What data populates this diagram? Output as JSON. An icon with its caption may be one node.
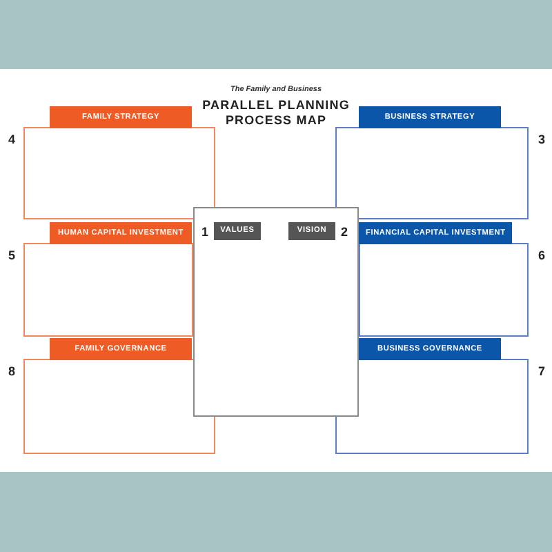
{
  "diagram": {
    "title": "PARALLEL PLANNING PROCESS MAP",
    "nodes": [
      {
        "text": [
          "FAMILY STRATEGY"
        ],
        "beside": [
          "4"
        ]
      },
      {
        "text": [
          "BUSINESS STRATEGY"
        ],
        "beside": [
          "3"
        ]
      },
      {
        "text": [
          "HUMAN CAPITAL INVESTMENT"
        ],
        "beside": [
          "5"
        ]
      },
      {
        "text": [],
        "shape": "box"
      },
      {
        "text": [
          "VALUES"
        ],
        "beside": [
          "1"
        ],
        "in": 3
      },
      {
        "text": [
          "VISION"
        ],
        "beside": [
          "2"
        ],
        "in": 3
      },
      {
        "text": [
          "FINANCIAL CAPITAL INVESTMENT"
        ],
        "beside": [
          "6"
        ]
      },
      {
        "text": [
          "FAMILY GOVERNANCE"
        ],
        "beside": [
          "8"
        ]
      },
      {
        "text": [
          "BUSINESS GOVERNANCE"
        ],
        "beside": [
          "7"
        ]
      }
    ],
    "labels": [
      "The Family and Business"
    ]
  }
}
